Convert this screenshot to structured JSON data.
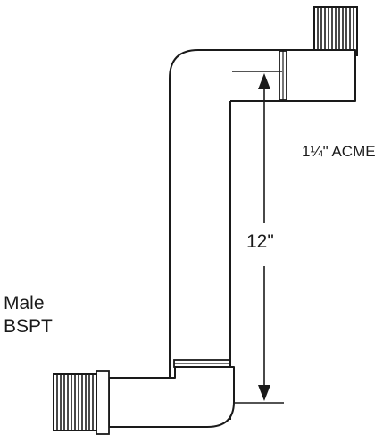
{
  "labels": {
    "top_thread": "1¼\" ACME",
    "length": "12\"",
    "bottom_thread_line1": "Male",
    "bottom_thread_line2": "BSPT"
  },
  "colors": {
    "outline": "#1a1a1a",
    "fill": "#ffffff",
    "thread": "#1a1a1a"
  }
}
